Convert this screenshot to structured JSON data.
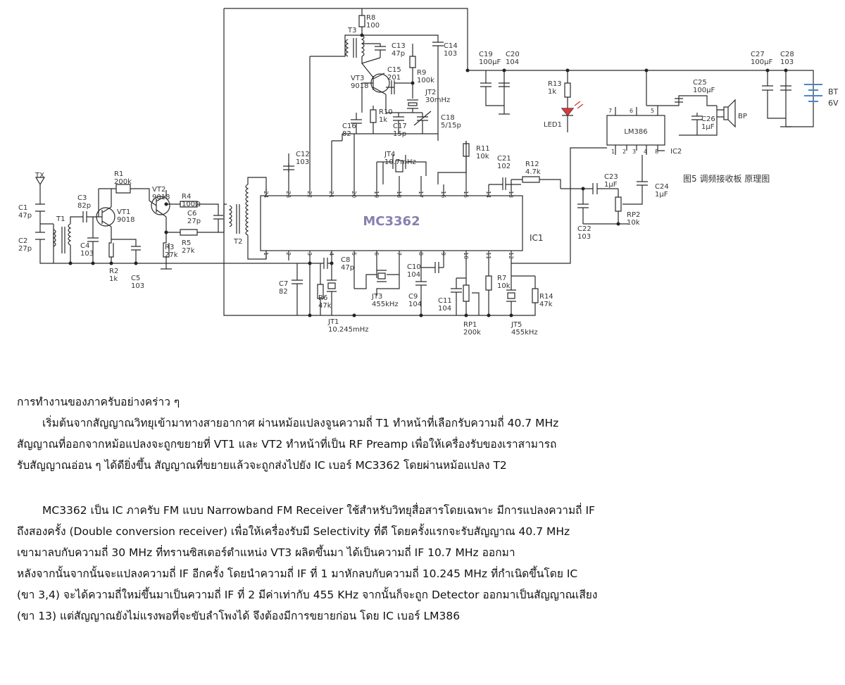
{
  "diagram": {
    "ic_main": "MC3362",
    "ic_main_ref": "IC1",
    "ic_amp": "LM386",
    "ic_amp_ref": "IC2",
    "caption": "图5  调频接收板 原理图",
    "antenna": "TX",
    "battery": "BT",
    "battery_value": "6V",
    "speaker": "BP",
    "led": "LED1",
    "components": [
      {
        "ref": "C1",
        "value": "47p"
      },
      {
        "ref": "C2",
        "value": "27p"
      },
      {
        "ref": "T1",
        "value": ""
      },
      {
        "ref": "C3",
        "value": "82p"
      },
      {
        "ref": "R1",
        "value": "200k"
      },
      {
        "ref": "VT1",
        "value": "9018"
      },
      {
        "ref": "C4",
        "value": "103"
      },
      {
        "ref": "R2",
        "value": "1k"
      },
      {
        "ref": "C5",
        "value": "103"
      },
      {
        "ref": "VT2",
        "value": "9018"
      },
      {
        "ref": "R3",
        "value": "27k"
      },
      {
        "ref": "R4",
        "value": "100Ω"
      },
      {
        "ref": "C6",
        "value": "27p"
      },
      {
        "ref": "R5",
        "value": "27k"
      },
      {
        "ref": "T2",
        "value": ""
      },
      {
        "ref": "T3",
        "value": ""
      },
      {
        "ref": "R8",
        "value": "100"
      },
      {
        "ref": "C13",
        "value": "47p"
      },
      {
        "ref": "C14",
        "value": "103"
      },
      {
        "ref": "VT3",
        "value": "9018"
      },
      {
        "ref": "C15",
        "value": "201"
      },
      {
        "ref": "R9",
        "value": "100k"
      },
      {
        "ref": "JT2",
        "value": "30mHz"
      },
      {
        "ref": "R10",
        "value": "1k"
      },
      {
        "ref": "C16",
        "value": "82"
      },
      {
        "ref": "C17",
        "value": "15p"
      },
      {
        "ref": "C18",
        "value": "5/15p"
      },
      {
        "ref": "C12",
        "value": "103"
      },
      {
        "ref": "JT4",
        "value": "10.7mHz"
      },
      {
        "ref": "R11",
        "value": "10k"
      },
      {
        "ref": "C21",
        "value": "102"
      },
      {
        "ref": "R12",
        "value": "4.7k"
      },
      {
        "ref": "C19",
        "value": "100µF"
      },
      {
        "ref": "C20",
        "value": "104"
      },
      {
        "ref": "R13",
        "value": "1k"
      },
      {
        "ref": "C25",
        "value": "100µF"
      },
      {
        "ref": "C26",
        "value": "1µF"
      },
      {
        "ref": "C27",
        "value": "100µF"
      },
      {
        "ref": "C28",
        "value": "103"
      },
      {
        "ref": "C23",
        "value": "1µF"
      },
      {
        "ref": "C24",
        "value": "1µF"
      },
      {
        "ref": "C22",
        "value": "103"
      },
      {
        "ref": "RP2",
        "value": "10k"
      },
      {
        "ref": "C7",
        "value": "82"
      },
      {
        "ref": "C8",
        "value": "47p"
      },
      {
        "ref": "R6",
        "value": "47k"
      },
      {
        "ref": "JT1",
        "value": "10.245mHz"
      },
      {
        "ref": "JT3",
        "value": "455kHz"
      },
      {
        "ref": "C10",
        "value": "104"
      },
      {
        "ref": "C9",
        "value": "104"
      },
      {
        "ref": "C11",
        "value": "104"
      },
      {
        "ref": "RP1",
        "value": "200k"
      },
      {
        "ref": "R7",
        "value": "10k"
      },
      {
        "ref": "R14",
        "value": "47k"
      },
      {
        "ref": "JT5",
        "value": "455kHz"
      }
    ],
    "mc3362_pins_top": [
      "24",
      "23",
      "22",
      "21",
      "20",
      "19",
      "18",
      "17",
      "16",
      "15",
      "14",
      "13"
    ],
    "mc3362_pins_bottom": [
      "1",
      "2",
      "3",
      "4",
      "5",
      "6",
      "7",
      "8",
      "9",
      "10",
      "11",
      "12"
    ],
    "lm386_pins_top": [
      "7",
      "6",
      "5"
    ],
    "lm386_pins_bottom": [
      "1",
      "2",
      "3",
      "4",
      "8"
    ]
  },
  "article": {
    "heading": "การทำงานของภาครับอย่างคร่าว ๆ",
    "para1": [
      "เริ่มต้นจากสัญญาณวิทยุเข้ามาทางสายอากาศ ผ่านหม้อแปลงจูนความถี่ T1 ทำหน้าที่เลือกรับความถี่ 40.7 MHz",
      "สัญญาณที่ออกจากหม้อแปลงจะถูกขยายที่ VT1 และ VT2 ทำหน้าที่เป็น RF Preamp เพื่อให้เครื่องรับของเราสามารถ",
      "รับสัญญาณอ่อน ๆ ได้ดียิ่งขึ้น สัญญาณที่ขยายแล้วจะถูกส่งไปยัง IC เบอร์ MC3362 โดยผ่านหม้อแปลง T2"
    ],
    "para2": [
      "MC3362  เป็น IC ภาครับ FM แบบ Narrowband FM Receiver ใช้สำหรับวิทยุสื่อสารโดยเฉพาะ มีการแปลงความถี่ IF",
      " ถึงสองครั้ง (Double conversion receiver) เพื่อให้เครื่องรับมี Selectivity ที่ดี โดยครั้งแรกจะรับสัญญาณ 40.7 MHz",
      "เขามาลบกับความถี่ 30 MHz ที่ทรานซิสเตอร์ตำแหน่ง VT3 ผลิตขึ้นมา ได้เป็นความถี่ IF 10.7 MHz ออกมา",
      "หลังจากนั้นจากนั้นจะแปลงความถี่ IF อีกครั้ง โดยนำความถี่ IF ที่ 1 มาหักลบกับความถี่ 10.245 MHz ที่กำเนิดขึ้นโดย IC",
      "(ขา 3,4) จะได้ความถี่ใหม่ขึ้นมาเป็นความถี่ IF ที่ 2 มีค่าเท่ากับ 455 KHz จากนั้นก็จะถูก Detector ออกมาเป็นสัญญาณเสียง",
      "(ขา 13) แต่สัญญาณยังไม่แรงพอที่จะขับลำโพงได้ จึงต้องมีการขยายก่อน โดย IC เบอร์ LM386"
    ]
  }
}
